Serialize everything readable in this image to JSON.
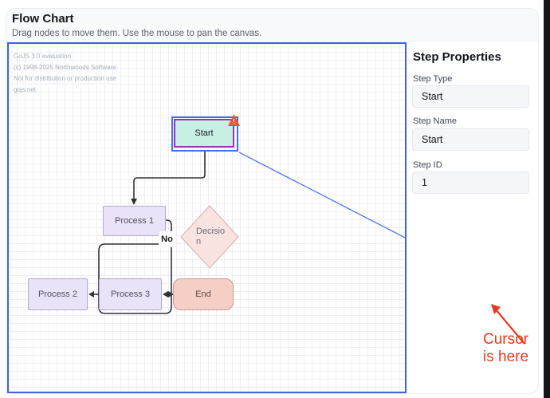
{
  "header": {
    "title": "Flow Chart",
    "subtitle": "Drag nodes to move them. Use the mouse to pan the canvas."
  },
  "canvas": {
    "watermark": [
      "GoJS 3.0 evaluation",
      "(c) 1998-2025 Northwoods Software",
      "Not for distribution or production use",
      "gojs.net"
    ],
    "nodes": {
      "start": "Start",
      "process1": "Process 1",
      "decision": "Decision",
      "process2": "Process 2",
      "process3": "Process 3",
      "end": "End"
    },
    "link_label": "No",
    "warning_glyph": "!"
  },
  "panel": {
    "title": "Step Properties",
    "fields": [
      {
        "label": "Step Type",
        "value": "Start"
      },
      {
        "label": "Step Name",
        "value": "Start"
      },
      {
        "label": "Step ID",
        "value": "1"
      }
    ]
  },
  "annotation": {
    "line1": "Cursor",
    "line2": "is here"
  },
  "colors": {
    "canvas_border": "#3e63e0",
    "selection": "#3f6ff2",
    "link": "#333333",
    "drag_link": "#5b7df2",
    "start_fill": "#c7f0e2",
    "start_border": "#a02fb8",
    "process_fill": "#e9e3f8",
    "process_border": "#b3a7d1",
    "decision_fill": "#f8e3e1",
    "decision_border": "#dcb6b0",
    "end_fill": "#f5cec6",
    "end_border": "#cf9a8e",
    "annotation_red": "#e8391d",
    "warning": "#f4503c"
  }
}
